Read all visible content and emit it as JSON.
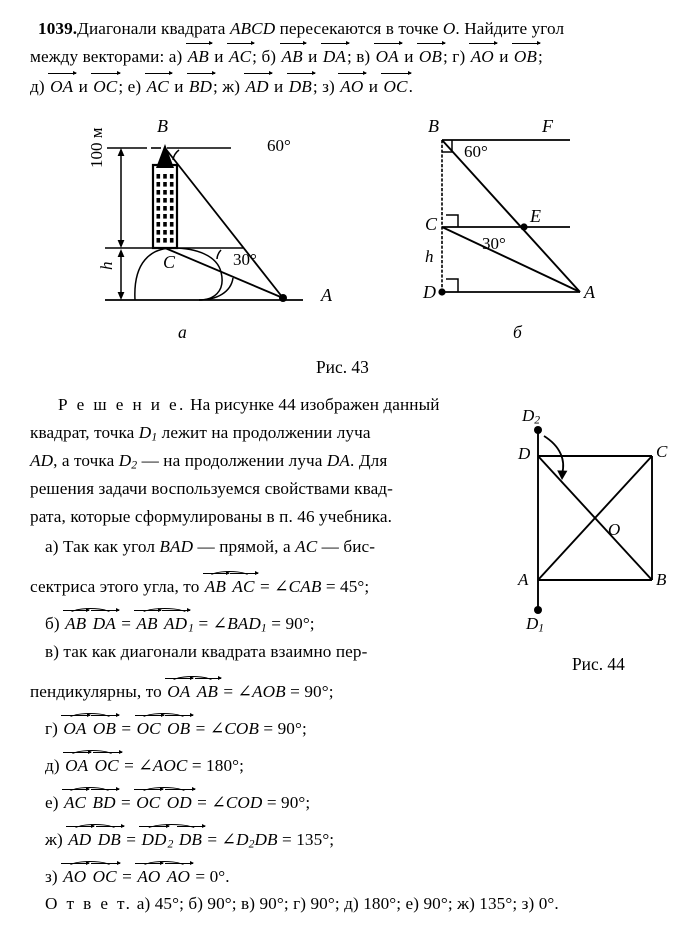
{
  "problem": {
    "number": "1039.",
    "line1_a": "Диагонали квадрата ",
    "line1_abcd": "ABCD",
    "line1_b": " пересекаются в точке ",
    "line1_o": "O",
    "line1_c": ". Найдите угол",
    "line2_lead": "между векторами: а) ",
    "items": [
      {
        "key": "а)",
        "v1": "AB",
        "v2": "AC",
        "sep": " и ",
        "tail": "; "
      },
      {
        "key": "б)",
        "v1": "AB",
        "v2": "DA",
        "sep": " и ",
        "tail": "; "
      },
      {
        "key": "в)",
        "v1": "OA",
        "v2": "OB",
        "sep": " и ",
        "tail": "; "
      },
      {
        "key": "г)",
        "v1": "AO",
        "v2": "OB",
        "sep": " и ",
        "tail": ";"
      },
      {
        "key": "д)",
        "v1": "OA",
        "v2": "OC",
        "sep": " и ",
        "tail": "; "
      },
      {
        "key": "е)",
        "v1": "AC",
        "v2": "BD",
        "sep": " и ",
        "tail": "; "
      },
      {
        "key": "ж)",
        "v1": "AD",
        "v2": "DB",
        "sep": " и ",
        "tail": "; "
      },
      {
        "key": "з)",
        "v1": "AO",
        "v2": "OC",
        "sep": " и ",
        "tail": "."
      }
    ]
  },
  "figure43": {
    "caption": "Рис. 43",
    "sub_a_label": "а",
    "sub_b_label": "б",
    "a": {
      "point_B": "B",
      "point_C": "C",
      "point_A": "A",
      "angle_top": "60°",
      "angle_mid": "30°",
      "height_label": "100 м",
      "h_label": "h"
    },
    "b": {
      "point_B": "B",
      "point_F": "F",
      "point_C": "C",
      "point_E": "E",
      "point_D": "D",
      "point_A": "A",
      "angle_top": "60°",
      "angle_mid": "30°",
      "h_label": "h"
    }
  },
  "figure44": {
    "caption": "Рис. 44",
    "point_D2": "D",
    "point_D2_sub": "2",
    "point_D": "D",
    "point_C": "C",
    "point_O": "O",
    "point_A": "A",
    "point_B": "B",
    "point_D1": "D",
    "point_D1_sub": "1"
  },
  "solution": {
    "heading": "Р е ш е н и е.",
    "p1_l1": " На рисунке 44 изображен данный",
    "p1_l2_a": "квадрат, точка ",
    "p1_l2_D1": "D",
    "p1_l2_D1sub": "1",
    "p1_l2_b": " лежит на продолжении луча",
    "p1_l3_a": "AD",
    "p1_l3_b": ", а точка ",
    "p1_l3_D2": "D",
    "p1_l3_D2sub": "2",
    "p1_l3_c": " — на продолжении луча ",
    "p1_l3_DA": "DA",
    "p1_l3_d": ". Для",
    "p1_l4": "решения задачи воспользуемся свойствами квад-",
    "p1_l5": "рата, которые сформулированы в п. 46 учебника.",
    "a_l1_a": "а) Так как угол ",
    "a_l1_BAD": "BAD",
    "a_l1_b": " — прямой, а ",
    "a_l1_AC": "AC",
    "a_l1_c": " — бис-",
    "a_l2_a": "сектриса этого угла, то ",
    "a_l2_v1": "AB",
    "a_l2_v2": "AC",
    "a_l2_eq": " = ∠",
    "a_l2_ang": "CAB",
    "a_l2_val": " = 45°;",
    "b_key": "б) ",
    "b_v1": "AB",
    "b_v2": "DA",
    "b_eq1": " = ",
    "b_v3": "AB",
    "b_v4": "AD",
    "b_v4sub": "1",
    "b_eq2": " = ∠",
    "b_ang": "BAD",
    "b_angsub": "1",
    "b_val": " = 90°;",
    "c_l1": "в) так как диагонали квадрата взаимно пер-",
    "c_l2_a": "пендикулярны, то ",
    "c_v1": "OA",
    "c_v2": "AB",
    "c_eq": " = ∠",
    "c_ang": "AOB",
    "c_val": " = 90°;",
    "d_key": "г) ",
    "d_v1": "OA",
    "d_v2": "OB",
    "d_eq1": " = ",
    "d_v3": "OC",
    "d_v4": "OB",
    "d_eq2": " = ∠",
    "d_ang": "COB",
    "d_val": " = 90°;",
    "e_key": "д) ",
    "e_v1": "OA",
    "e_v2": "OC",
    "e_eq": " = ∠",
    "e_ang": "AOC",
    "e_val": " = 180°;",
    "f_key": "е) ",
    "f_v1": "AC",
    "f_v2": "BD",
    "f_eq1": " = ",
    "f_v3": "OC",
    "f_v4": "OD",
    "f_eq2": " = ∠",
    "f_ang": "COD",
    "f_val": " = 90°;",
    "g_key": "ж) ",
    "g_v1": "AD",
    "g_v2": "DB",
    "g_eq1": " = ",
    "g_v3": "DD",
    "g_v3sub": "2",
    "g_v4": "DB",
    "g_eq2": " = ∠",
    "g_ang1": "D",
    "g_ang1sub": "2",
    "g_ang2": "DB",
    "g_val": " = 135°;",
    "h_key": "з) ",
    "h_v1": "AO",
    "h_v2": "OC",
    "h_eq1": " = ",
    "h_v3": "AO",
    "h_v4": "AO",
    "h_eq2": " = 0°.",
    "answer_label": "О т в е т.",
    "answer_text": " а) 45°; б) 90°; в) 90°; г) 90°; д) 180°; е) 90°; ж) 135°; з) 0°."
  },
  "colors": {
    "ink": "#000000",
    "paper": "#ffffff"
  }
}
